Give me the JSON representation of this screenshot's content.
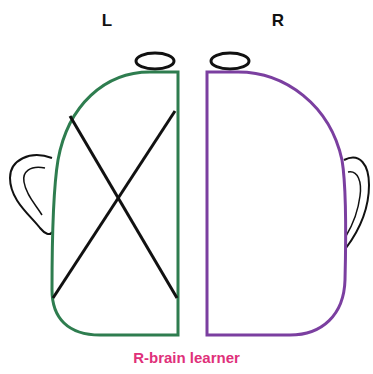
{
  "diagram": {
    "caption": "R-brain learner",
    "labels": [
      "L",
      "R"
    ]
  }
}
